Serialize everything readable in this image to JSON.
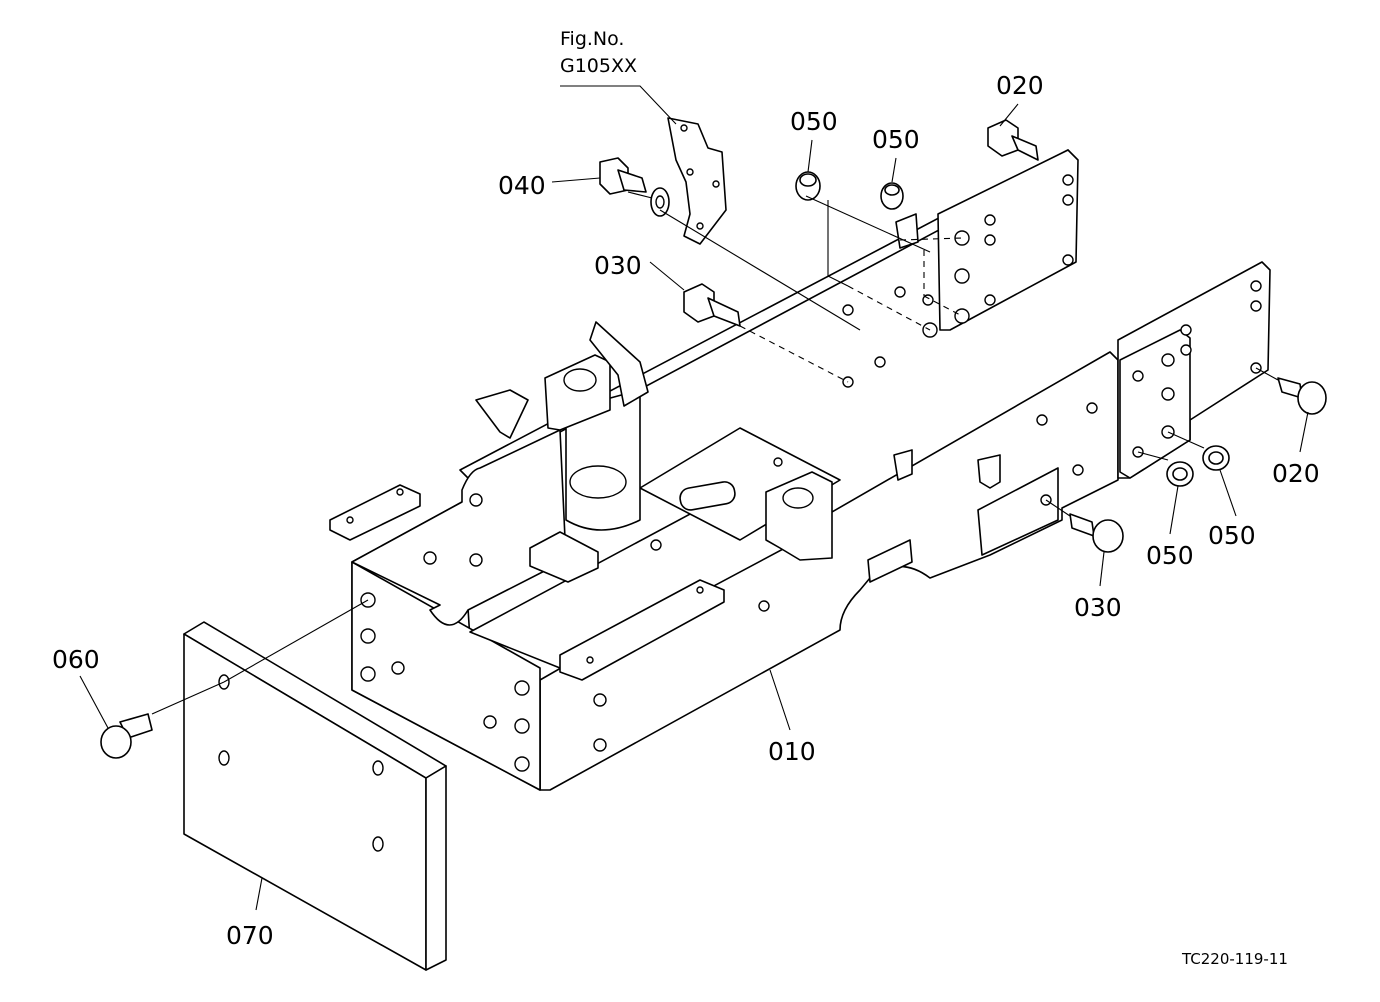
{
  "figure_ref": {
    "line1": "Fig.No.",
    "line2": "G105XX"
  },
  "part_labels": {
    "p010": "010",
    "p020_top": "020",
    "p020_right": "020",
    "p030_top": "030",
    "p030_right": "030",
    "p040": "040",
    "p050_a": "050",
    "p050_b": "050",
    "p050_c": "050",
    "p050_d": "050",
    "p060": "060",
    "p070": "070"
  },
  "drawing_code": "TC220-119-11"
}
